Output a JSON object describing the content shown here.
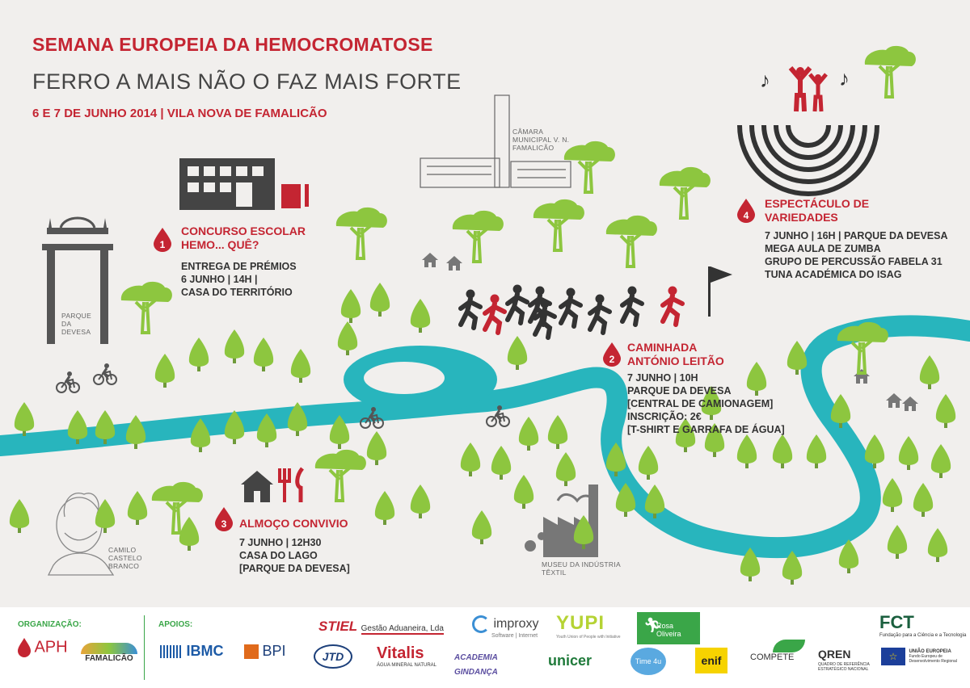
{
  "header": {
    "title": "SEMANA EUROPEIA DA HEMOCROMATOSE",
    "slogan": "FERRO A MAIS NÃO O FAZ MAIS FORTE",
    "date_place": "6 E 7 DE JUNHO 2014 | VILA NOVA DE FAMALICÃO"
  },
  "events": [
    {
      "num": "1",
      "title": [
        "CONCURSO ESCOLAR",
        "HEMO... QUÊ?"
      ],
      "details": [
        "ENTREGA DE PRÉMIOS",
        "6 JUNHO | 14H |",
        "CASA DO TERRITÓRIO"
      ]
    },
    {
      "num": "2",
      "title": [
        "CAMINHADA",
        "ANTÓNIO LEITÃO"
      ],
      "details": [
        "7 JUNHO | 10H",
        "PARQUE DA DEVESA",
        "[CENTRAL DE CAMIONAGEM]",
        "INSCRIÇÃO: 2€",
        "[T-SHIRT E GARRAFA DE ÁGUA]"
      ]
    },
    {
      "num": "3",
      "title": [
        "ALMOÇO CONVIVIO"
      ],
      "details": [
        "7 JUNHO | 12H30",
        "CASA DO LAGO",
        "[PARQUE DA DEVESA]"
      ]
    },
    {
      "num": "4",
      "title": [
        "ESPECTÁCULO DE",
        "VARIEDADES"
      ],
      "details": [
        "7 JUNHO | 16H | PARQUE DA DEVESA",
        "MEGA AULA DE ZUMBA",
        "GRUPO DE PERCUSSÃO FABELA 31",
        "TUNA ACADÉMICA DO ISAG"
      ]
    }
  ],
  "landmarks": {
    "parque": [
      "PARQUE",
      "DA",
      "DEVESA"
    ],
    "camara": [
      "CÂMARA",
      "MUNICIPAL V. N.",
      "FAMALICÃO"
    ],
    "camilo": [
      "CAMILO",
      "CASTELO",
      "BRANCO"
    ],
    "museu": [
      "MUSEU DA INDÚSTRIA",
      "TÊXTIL"
    ]
  },
  "colors": {
    "red": "#c42532",
    "green": "#8dc63f",
    "river": "#28b5bd",
    "dark": "#444444"
  },
  "footer": {
    "org_label": "ORGANIZAÇÃO:",
    "apoios_label": "APOIOS:",
    "org_logos": [
      "APH",
      "FAMALICÃO"
    ],
    "sponsors": [
      {
        "name": "STIEL",
        "sub": "Gestão Aduaneira, Lda"
      },
      {
        "name": "improxy",
        "sub": "Software | Internet"
      },
      {
        "name": "YUPI",
        "sub": "Youth Union of People with Initiative"
      },
      {
        "name": "Rosa Oliveira",
        "sub": ""
      },
      {
        "name": "FCT",
        "sub": "Fundação para a Ciência e a Tecnologia"
      },
      {
        "name": "IBMC",
        "sub": ""
      },
      {
        "name": "BPI",
        "sub": ""
      },
      {
        "name": "JTD",
        "sub": ""
      },
      {
        "name": "Vitalis",
        "sub": "ÁGUA MINERAL NATURAL"
      },
      {
        "name": "ACADEMIA GINDANÇA",
        "sub": ""
      },
      {
        "name": "unicer",
        "sub": ""
      },
      {
        "name": "Time 4u",
        "sub": ""
      },
      {
        "name": "enif",
        "sub": ""
      },
      {
        "name": "COMPETE",
        "sub": ""
      },
      {
        "name": "QREN",
        "sub": "QUADRO DE REFERÊNCIA ESTRATÉGICO NACIONAL"
      },
      {
        "name": "UNIÃO EUROPEIA",
        "sub": "Fundo Europeu de Desenvolvimento Regional"
      }
    ]
  }
}
